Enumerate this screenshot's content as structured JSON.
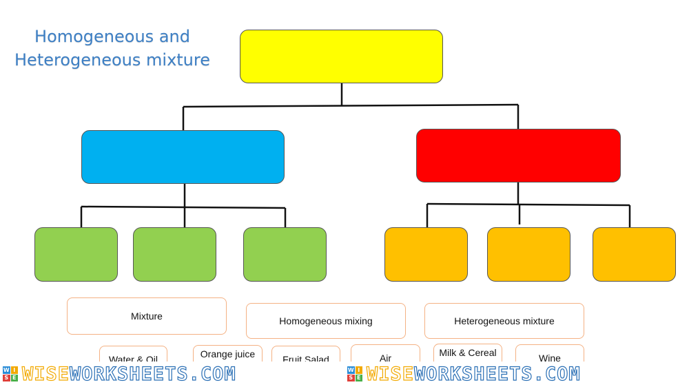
{
  "title": {
    "line1": "Homogeneous and",
    "line2": "Heterogeneous mixture"
  },
  "chips": {
    "mixture": "Mixture",
    "homogeneous": "Homogeneous mixing",
    "heterogeneous": "Heterogeneous mixture",
    "water_oil": "Water & Oil",
    "orange_juice": "Orange juice",
    "fruit_salad": "Fruit Salad",
    "air": "Air",
    "milk_cereal": "Milk & Cereal",
    "wine": "Wine"
  },
  "watermark": {
    "text_part1": "WISE",
    "text_part2": "WORKSHEETS.COM",
    "logo_letters": [
      "W",
      "I",
      "S",
      "E"
    ]
  },
  "colors": {
    "root": "#ffff00",
    "left_branch": "#00b0f0",
    "right_branch": "#ff0000",
    "left_leaves": "#92d050",
    "right_leaves": "#ffc000",
    "title": "#3d7fc4",
    "chip_border": "#f4b183"
  }
}
